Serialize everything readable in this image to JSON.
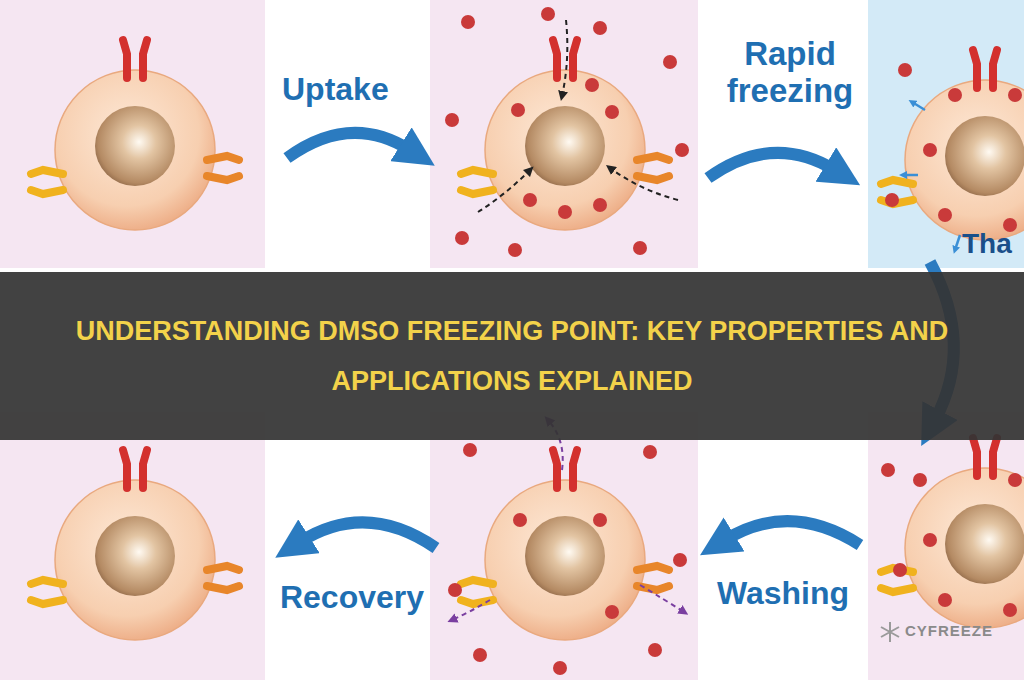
{
  "diagram": {
    "title": "UNDERSTANDING DMSO FREEZING POINT: KEY PROPERTIES AND APPLICATIONS EXPLAINED",
    "labels": [
      "Uptake",
      "Rapid freezing",
      "Tha",
      "Washing",
      "Recovery",
      "CYFREEZE"
    ]
  }
}
